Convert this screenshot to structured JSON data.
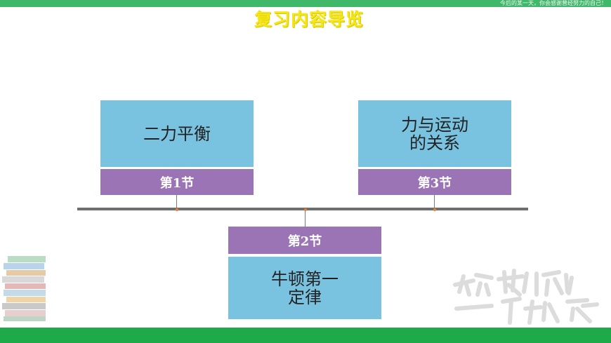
{
  "header": {
    "motto": "今后的某一天，你会感谢曾经努力的自己！"
  },
  "page": {
    "title": "复习内容导览"
  },
  "sections": [
    {
      "tag": "第1节",
      "title_lines": [
        "二力平衡"
      ]
    },
    {
      "tag": "第2节",
      "title_lines": [
        "牛顿第一",
        "定律"
      ]
    },
    {
      "tag": "第3节",
      "title_lines": [
        "力与运动",
        "的关系"
      ]
    }
  ],
  "decor": {
    "books_icon": "books-stack-icon",
    "slogan_text": "给梦想一个机会"
  },
  "colors": {
    "top_bar": "#3fb86a",
    "title": "#f5e615",
    "box": "#79c3e0",
    "tag": "#9b74b6",
    "bottom_bar": "#1faa4a",
    "dot": "#ee7a2f"
  }
}
